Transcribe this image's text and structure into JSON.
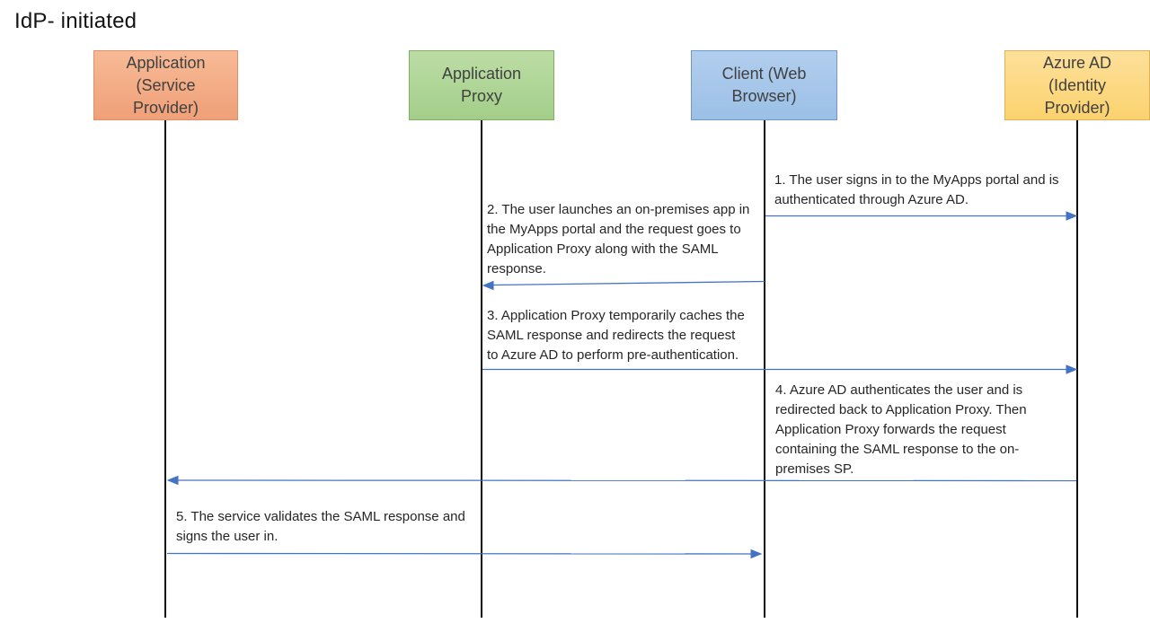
{
  "title": "IdP- initiated",
  "colors": {
    "arrow": "#4472C4",
    "lifeline": "#0d0d0d",
    "message_text": "#262626",
    "actor_text": "#404040",
    "background": "#ffffff"
  },
  "actors": [
    {
      "id": "application-service-provider",
      "label": [
        "Application",
        "(Service",
        "Provider)"
      ],
      "fill_top": "#F7BA96",
      "fill_bottom": "#EFA078",
      "border": "#DF8F6B"
    },
    {
      "id": "application-proxy",
      "label": [
        "Application",
        "Proxy"
      ],
      "fill_top": "#BCDDA6",
      "fill_bottom": "#A3CE89",
      "border": "#83AF62"
    },
    {
      "id": "client-web-browser",
      "label": [
        "Client (Web",
        "Browser)"
      ],
      "fill_top": "#B2CEEE",
      "fill_bottom": "#9BC0E6",
      "border": "#7097C7"
    },
    {
      "id": "azure-ad-identity-provider",
      "label": [
        "Azure AD",
        "(Identity",
        "Provider)"
      ],
      "fill_top": "#FDE09A",
      "fill_bottom": "#FBD26E",
      "border": "#DFB156"
    }
  ],
  "messages": [
    {
      "num": "1",
      "from": "client-web-browser",
      "to": "azure-ad-identity-provider",
      "direction": "right",
      "lines": [
        "1. The user signs in to the MyApps portal and is",
        "authenticated through Azure AD."
      ]
    },
    {
      "num": "2",
      "from": "client-web-browser",
      "to": "application-proxy",
      "direction": "left",
      "lines": [
        "2. The user launches an on-premises app in",
        "the MyApps portal and the request goes to",
        "Application Proxy along with the SAML",
        "response."
      ]
    },
    {
      "num": "3",
      "from": "application-proxy",
      "to": "azure-ad-identity-provider",
      "direction": "right",
      "lines": [
        "3. Application Proxy temporarily caches the",
        "SAML response and redirects the request",
        "to Azure AD to perform pre-authentication."
      ]
    },
    {
      "num": "4",
      "from": "azure-ad-identity-provider",
      "to": "application-service-provider",
      "direction": "left",
      "lines": [
        "4. Azure AD authenticates the user and is",
        "redirected back to Application Proxy. Then",
        "Application Proxy forwards the request",
        "containing the SAML response to the on-",
        "premises SP."
      ]
    },
    {
      "num": "5",
      "from": "application-service-provider",
      "to": "client-web-browser",
      "direction": "right",
      "lines": [
        "5. The service validates the SAML response and",
        "signs the user in."
      ]
    }
  ]
}
